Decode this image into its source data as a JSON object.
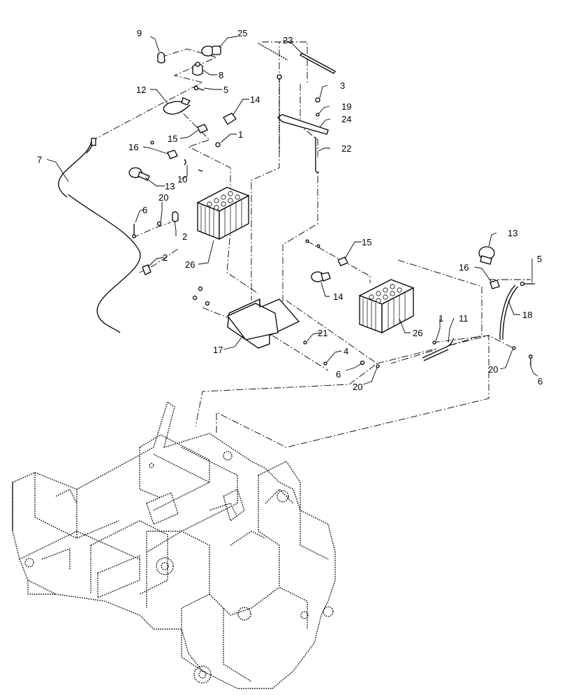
{
  "diagram": {
    "callouts": [
      {
        "key": "c9",
        "text": "9"
      },
      {
        "key": "c25",
        "text": "25"
      },
      {
        "key": "c8",
        "text": "8"
      },
      {
        "key": "c12",
        "text": "12"
      },
      {
        "key": "c5a",
        "text": "5"
      },
      {
        "key": "c14a",
        "text": "14"
      },
      {
        "key": "c15a",
        "text": "15"
      },
      {
        "key": "c1a",
        "text": "1"
      },
      {
        "key": "c16a",
        "text": "16"
      },
      {
        "key": "c7",
        "text": "7"
      },
      {
        "key": "c10",
        "text": "10"
      },
      {
        "key": "c13a",
        "text": "13"
      },
      {
        "key": "c20a",
        "text": "20"
      },
      {
        "key": "c6a",
        "text": "6"
      },
      {
        "key": "c2a",
        "text": "2"
      },
      {
        "key": "c26a",
        "text": "26"
      },
      {
        "key": "c2b",
        "text": "2"
      },
      {
        "key": "c23",
        "text": "23"
      },
      {
        "key": "c3",
        "text": "3"
      },
      {
        "key": "c19",
        "text": "19"
      },
      {
        "key": "c24",
        "text": "24"
      },
      {
        "key": "c22",
        "text": "22"
      },
      {
        "key": "c15b",
        "text": "15"
      },
      {
        "key": "c14b",
        "text": "14"
      },
      {
        "key": "c26b",
        "text": "26"
      },
      {
        "key": "c13b",
        "text": "13"
      },
      {
        "key": "c5b",
        "text": "5"
      },
      {
        "key": "c16b",
        "text": "16"
      },
      {
        "key": "c18",
        "text": "18"
      },
      {
        "key": "c1b",
        "text": "1"
      },
      {
        "key": "c11",
        "text": "11"
      },
      {
        "key": "c21",
        "text": "21"
      },
      {
        "key": "c4",
        "text": "4"
      },
      {
        "key": "c17",
        "text": "17"
      },
      {
        "key": "c6b",
        "text": "6"
      },
      {
        "key": "c20b",
        "text": "20"
      },
      {
        "key": "c20c",
        "text": "20"
      },
      {
        "key": "c6c",
        "text": "6"
      }
    ]
  }
}
